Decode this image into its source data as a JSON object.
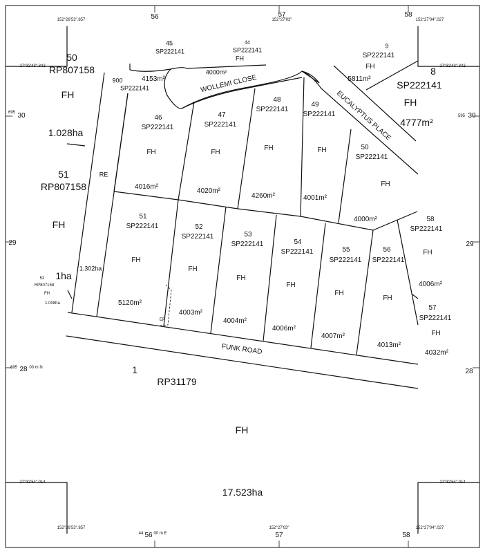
{
  "grid": {
    "top": {
      "lon_left": "152°26'53\".857",
      "lon_mid": "152°27'03\"",
      "lon_right": "152°27'04\".027",
      "tick_56": "56",
      "tick_57": "57",
      "tick_58": "58"
    },
    "left": {
      "lat_top": "27°32'43\".342",
      "lat_bottom": "27°32'54\".014",
      "e30": "695",
      "n30": "30",
      "n29": "29",
      "n28_prefix": "695",
      "n28": "28",
      "n28_suffix": "00 m N"
    },
    "right": {
      "lat_top": "27°32'43\".342",
      "lat_bottom": "27°32'54\".014",
      "e30": "595",
      "n30": "30",
      "n29": "29",
      "n28": "28"
    },
    "bottom": {
      "lon_left": "152°26'53\".857",
      "lon_mid": "152°27'03\"",
      "lon_right": "152°27'04\".027",
      "e_prefix": "44",
      "e56": "56",
      "e_suffix": "00 m E",
      "tick_57": "57",
      "tick_58": "58"
    }
  },
  "roads": {
    "wollemi": "WOLLEMI CLOSE",
    "eucalyptus": "EUCALYPTUS PLACE",
    "funk": "FUNK ROAD"
  },
  "lots": {
    "l50rp": {
      "num": "50",
      "plan": "RP807158",
      "tenure": "FH",
      "area": "1.028ha"
    },
    "l51rp": {
      "num": "51",
      "plan": "RP807158",
      "tenure": "FH"
    },
    "l52rp": {
      "num": "52",
      "plan": "RP807158",
      "tenure": "FH",
      "area": "1.008ha",
      "area_big": "1ha"
    },
    "l45": {
      "num": "45",
      "plan": "SP222141",
      "area": "4153m²"
    },
    "l44": {
      "num": "44",
      "plan": "SP222141",
      "tenure": "FH",
      "area": "4000m²"
    },
    "l900": {
      "num": "900",
      "plan": "SP222141"
    },
    "l9": {
      "num": "9",
      "plan": "SP222141",
      "tenure": "FH",
      "area": "5811m²"
    },
    "l8": {
      "num": "8",
      "plan": "SP222141",
      "tenure": "FH",
      "area": "4777m²"
    },
    "l46": {
      "num": "46",
      "plan": "SP222141",
      "tenure": "FH",
      "area": "4016m²"
    },
    "l47": {
      "num": "47",
      "plan": "SP222141",
      "tenure": "FH",
      "area": "4020m²"
    },
    "l48": {
      "num": "48",
      "plan": "SP222141",
      "tenure": "FH",
      "area": "4260m²"
    },
    "l49": {
      "num": "49",
      "plan": "SP222141",
      "tenure": "FH",
      "area": "4001m²"
    },
    "l50": {
      "num": "50",
      "plan": "SP222141",
      "tenure": "FH",
      "area": "4000m²"
    },
    "re": {
      "label": "RE",
      "area": "1.302ha"
    },
    "l51": {
      "num": "51",
      "plan": "SP222141",
      "tenure": "FH",
      "area": "5120m²"
    },
    "l52": {
      "num": "52",
      "plan": "SP222141",
      "tenure": "FH",
      "area": "4003m²"
    },
    "l53": {
      "num": "53",
      "plan": "SP222141",
      "tenure": "FH",
      "area": "4004m²"
    },
    "l54": {
      "num": "54",
      "plan": "SP222141",
      "tenure": "FH",
      "area": "4006m²"
    },
    "l55": {
      "num": "55",
      "plan": "SP222141",
      "tenure": "FH",
      "area": "4007m²"
    },
    "l56": {
      "num": "56",
      "plan": "SP222141",
      "tenure": "FH",
      "area": "4013m²"
    },
    "l58": {
      "num": "58",
      "plan": "SP222141",
      "tenure": "FH",
      "area": "4006m²"
    },
    "l57": {
      "num": "57",
      "plan": "SP222141",
      "tenure": "FH",
      "area": "4032m²"
    },
    "l1": {
      "num": "1",
      "plan": "RP31179",
      "tenure": "FH",
      "area": "17.523ha"
    },
    "small_ep": {
      "label": "EP"
    }
  }
}
